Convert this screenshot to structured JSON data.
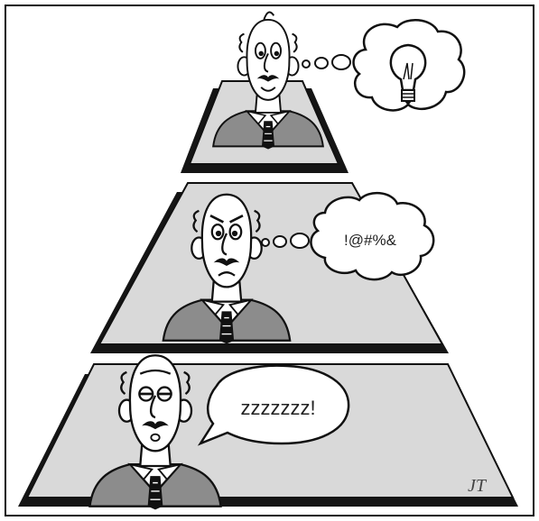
{
  "tiers": [
    {
      "level": "top",
      "thought": "lightbulb-icon"
    },
    {
      "level": "middle",
      "thought": "!@#%&"
    },
    {
      "level": "bottom",
      "speech": "zzzzzzz!"
    }
  ],
  "signature": "JT",
  "colors": {
    "tier_fill": "#d9d9d9",
    "tier_shadow": "#151515",
    "shirt": "#8c8c8c",
    "line": "#111111",
    "paper": "#ffffff"
  }
}
